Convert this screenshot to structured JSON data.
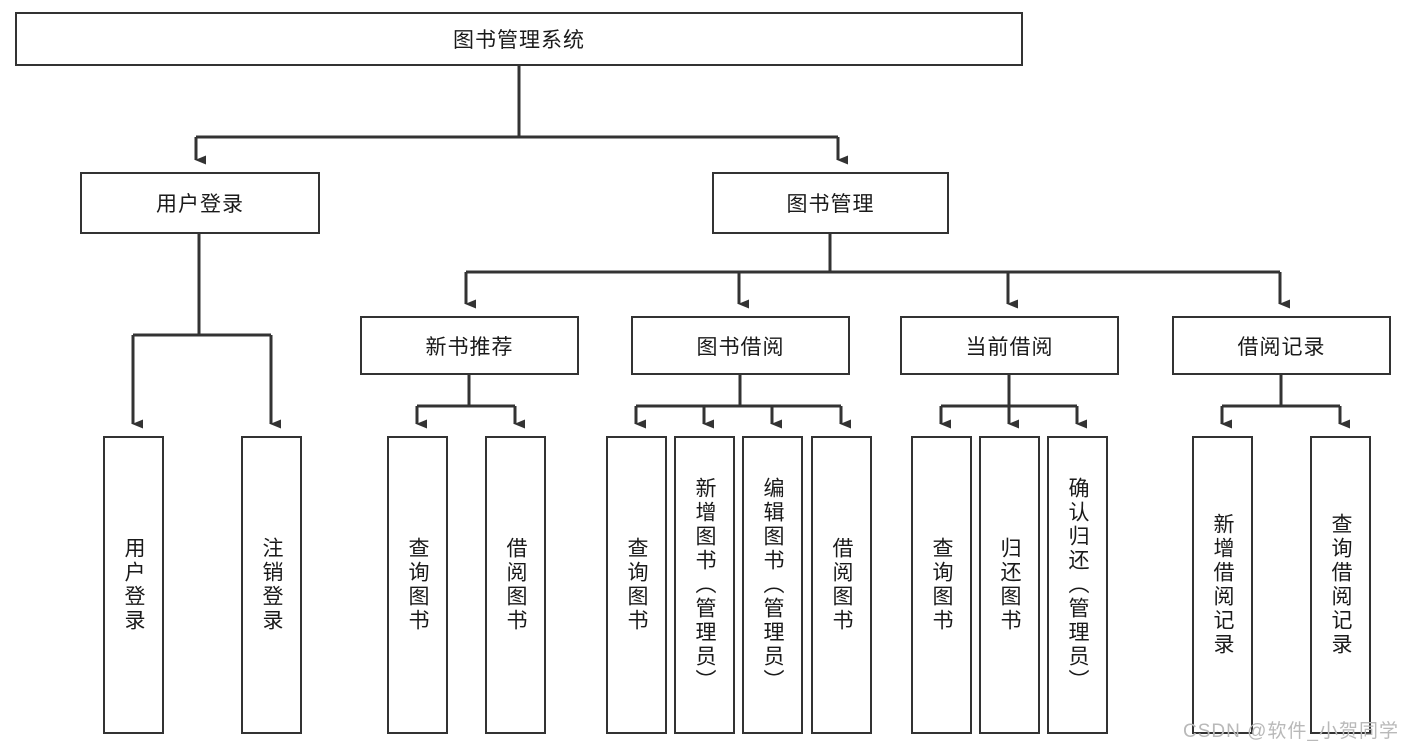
{
  "diagram": {
    "type": "tree-hierarchy-flowchart",
    "title": "图书管理系统",
    "orientation": "top-down",
    "colors": {
      "box_border": "#333333",
      "box_fill": "#ffffff",
      "edge": "#333333",
      "text": "#1a1a1a",
      "watermark": "#b9b9b9",
      "background": "#ffffff"
    }
  },
  "root": {
    "label": "图书管理系统"
  },
  "level2": [
    {
      "label": "用户登录"
    },
    {
      "label": "图书管理"
    }
  ],
  "level3": [
    {
      "label": "新书推荐"
    },
    {
      "label": "图书借阅"
    },
    {
      "label": "当前借阅"
    },
    {
      "label": "借阅记录"
    }
  ],
  "leaves": {
    "user_login": [
      {
        "label": "用户登录"
      },
      {
        "label": "注销登录"
      }
    ],
    "new_book_recommend": [
      {
        "label": "查询图书"
      },
      {
        "label": "借阅图书"
      }
    ],
    "book_borrow": [
      {
        "label": "查询图书"
      },
      {
        "label": "新增图书（管理员）"
      },
      {
        "label": "编辑图书（管理员）"
      },
      {
        "label": "借阅图书"
      }
    ],
    "current_borrow": [
      {
        "label": "查询图书"
      },
      {
        "label": "归还图书"
      },
      {
        "label": "确认归还（管理员）"
      }
    ],
    "borrow_records": [
      {
        "label": "新增借阅记录"
      },
      {
        "label": "查询借阅记录"
      }
    ]
  },
  "watermark": {
    "text": "CSDN @软件_小贺同学"
  }
}
